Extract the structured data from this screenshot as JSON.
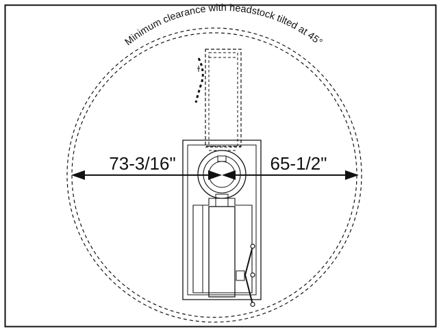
{
  "figure": {
    "clearance_label": "Minimum clearance with headstock tilted at 45°",
    "left_dimension": "73-3/16\"",
    "right_dimension": "65-1/2\""
  },
  "colors": {
    "ink": "#111111",
    "background": "#ffffff"
  }
}
